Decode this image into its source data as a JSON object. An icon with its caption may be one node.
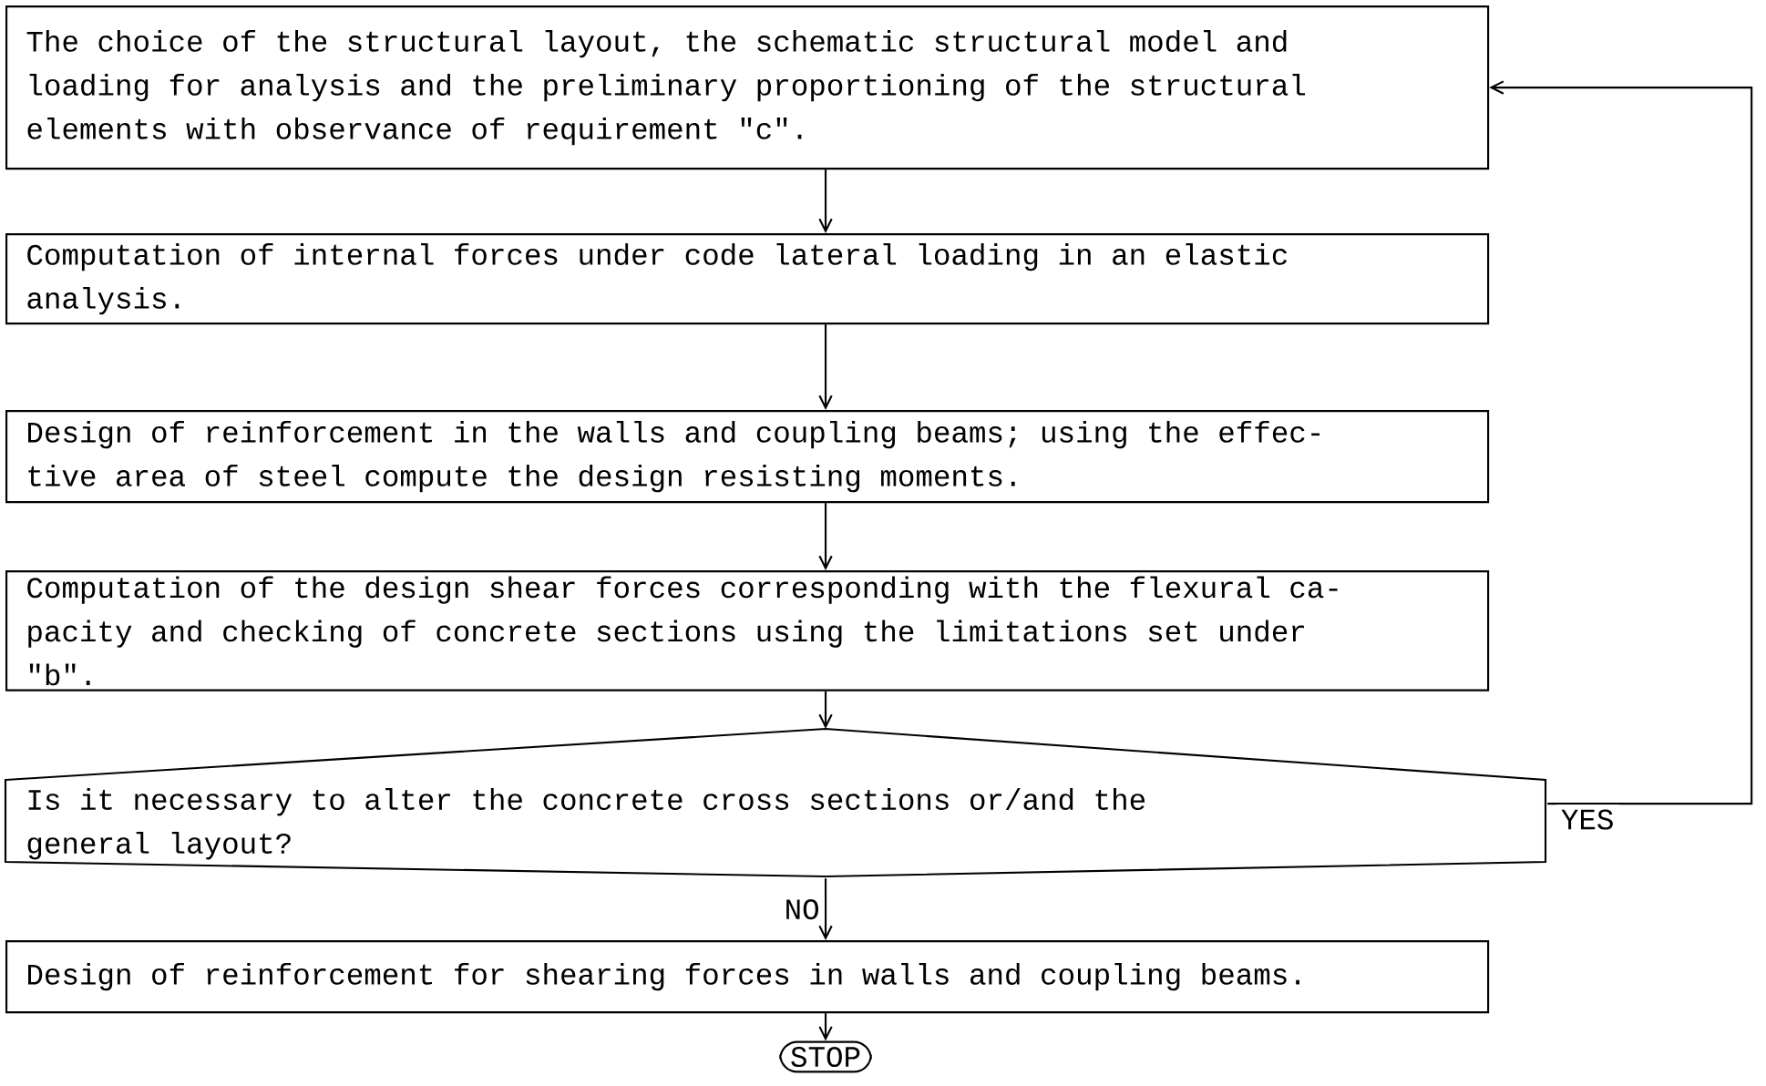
{
  "diagram": {
    "nodes": [
      {
        "text": [
          "The choice of the structural layout, the schematic structural model and loading for analysis and the preliminary proportioning of the structural elements with observance of requirement \"c\"."
        ]
      },
      {
        "text": [
          "Computation of internal forces under code lateral loading in an elastic analysis."
        ]
      },
      {
        "text": [
          "Design of reinforcement in the walls and coupling beams; using the effec- tive area of steel compute the design resisting moments."
        ]
      },
      {
        "text": [
          "Computation of the design shear forces corresponding with the flexural ca- pacity and checking of concrete sections using the limitations set under \"b\"."
        ]
      },
      {
        "text": [
          "Is it necessary to alter the concrete cross sections or/and the general layout?"
        ]
      },
      {
        "text": [
          "Design of reinforcement for shearing forces in walls and coupling beams."
        ]
      },
      {
        "text": [
          "STOP"
        ]
      }
    ],
    "edges": [
      {
        "from": 0,
        "to": 1,
        "arrow": "to"
      },
      {
        "from": 1,
        "to": 2,
        "arrow": "to"
      },
      {
        "from": 2,
        "to": 3,
        "arrow": "to"
      },
      {
        "from": 3,
        "to": 4,
        "arrow": "to"
      },
      {
        "from": 4,
        "to": 0,
        "arrow": "to",
        "label": "YES"
      },
      {
        "from": 4,
        "to": 5,
        "arrow": "to",
        "label": "NO"
      },
      {
        "from": 5,
        "to": 6,
        "arrow": "to"
      }
    ]
  }
}
